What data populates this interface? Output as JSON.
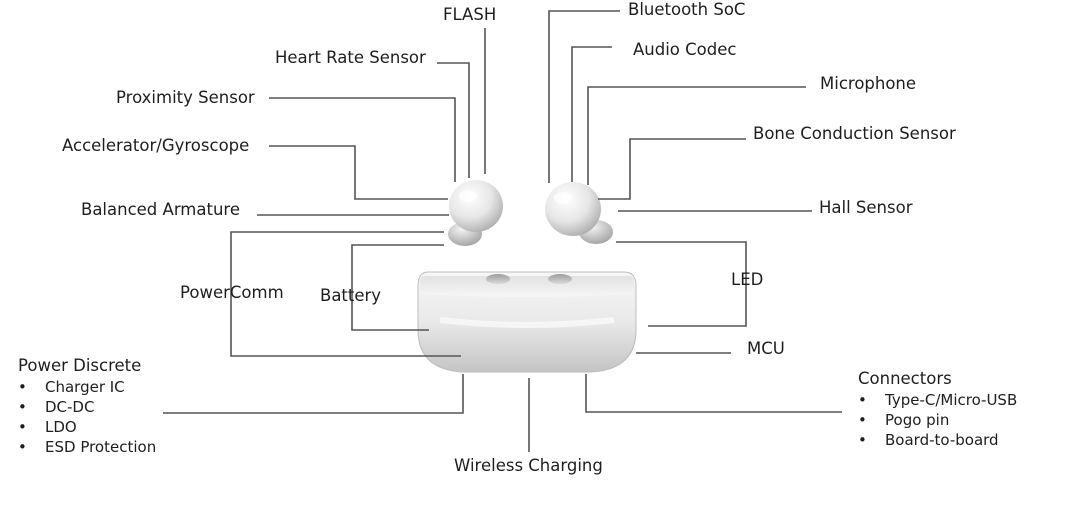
{
  "labels": {
    "flash": "FLASH",
    "bluetooth_soc": "Bluetooth SoC",
    "heart_rate_sensor": "Heart Rate Sensor",
    "audio_codec": "Audio Codec",
    "proximity_sensor": "Proximity Sensor",
    "microphone": "Microphone",
    "accelerator_gyroscope": "Accelerator/Gyroscope",
    "bone_conduction_sensor": "Bone Conduction Sensor",
    "balanced_armature": "Balanced Armature",
    "hall_sensor": "Hall Sensor",
    "powercomm": "PowerComm",
    "battery": "Battery",
    "led": "LED",
    "mcu": "MCU",
    "wireless_charging": "Wireless Charging"
  },
  "power_discrete": {
    "title": "Power Discrete",
    "items": [
      "Charger IC",
      "DC-DC",
      "LDO",
      "ESD Protection"
    ]
  },
  "connectors": {
    "title": "Connectors",
    "items": [
      "Type-C/Micro-USB",
      "Pogo pin",
      "Board-to-board"
    ]
  },
  "colors": {
    "leader_line": "#555555",
    "device_body": "#e9e9e9",
    "device_shade": "#bdbdbd"
  }
}
